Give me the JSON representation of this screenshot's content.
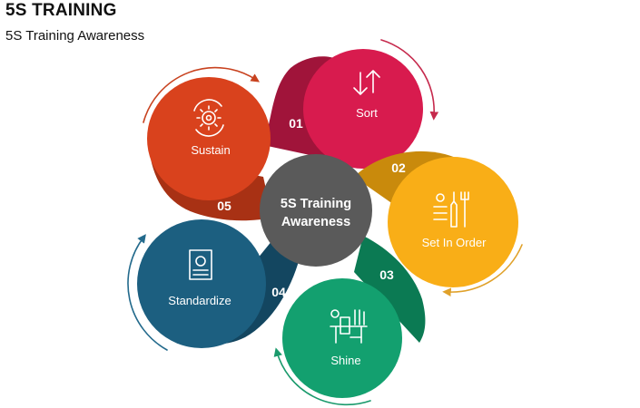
{
  "header": {
    "title": "5S TRAINING",
    "subtitle": "5S Training Awareness"
  },
  "center": {
    "line1": "5S Training",
    "line2": "Awareness",
    "color": "#5a5a5a"
  },
  "steps": [
    {
      "number": "01",
      "label": "Sort",
      "color": "#d81b4e",
      "dark": "#a0143a",
      "icon": "up-down-arrows-icon"
    },
    {
      "number": "02",
      "label": "Set In Order",
      "color": "#f9ae17",
      "dark": "#c98a0c",
      "icon": "tools-icon"
    },
    {
      "number": "03",
      "label": "Shine",
      "color": "#13a06f",
      "dark": "#0b7a53",
      "icon": "clean-desk-icon"
    },
    {
      "number": "04",
      "label": "Standardize",
      "color": "#1c5f80",
      "dark": "#134660",
      "icon": "certificate-icon"
    },
    {
      "number": "05",
      "label": "Sustain",
      "color": "#d9421d",
      "dark": "#a83114",
      "icon": "gear-cycle-icon"
    }
  ]
}
